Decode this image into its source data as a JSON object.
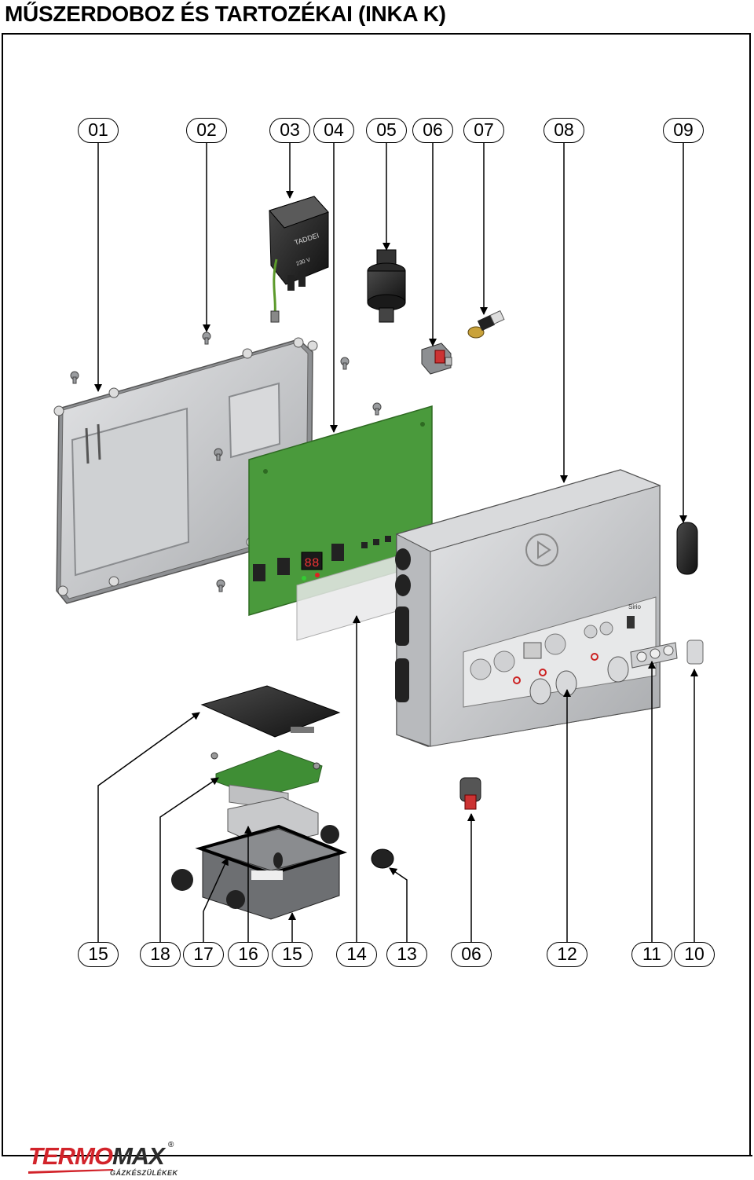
{
  "title": "MŰSZERDOBOZ ÉS TARTOZÉKAI (INKA K)",
  "callouts_top": [
    "01",
    "02",
    "03",
    "04",
    "05",
    "06",
    "07",
    "08",
    "09"
  ],
  "callouts_bottom": [
    "15",
    "18",
    "17",
    "16",
    "15",
    "14",
    "13",
    "06",
    "12",
    "11",
    "10"
  ],
  "relay": {
    "brand": "TADDEI",
    "voltage": "230 V"
  },
  "display": {
    "digits": "88"
  },
  "panel": {
    "label": "Sirio"
  },
  "logo": {
    "red_part": "TERMO",
    "dark_part": "MAX",
    "reg": "®",
    "subtitle": "GÁZKÉSZÜLÉKEK"
  },
  "colors": {
    "pcb_green": "#4a9a3c",
    "housing_gray": "#c8c9cb",
    "cover_gray": "#bfc1c4",
    "accent_red": "#d2232a",
    "label_border": "#000000"
  }
}
